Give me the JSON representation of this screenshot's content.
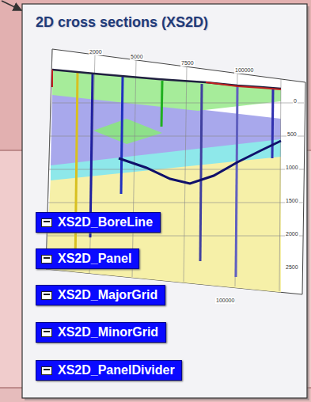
{
  "diagram": {
    "nodes": [
      {
        "text": [
          "2D cross sections (XS2D)"
        ]
      },
      {
        "text": [
          "XS2D_BoreLine"
        ],
        "in": 0
      },
      {
        "text": [
          "XS2D_Panel"
        ],
        "in": 0
      },
      {
        "text": [
          "XS2D_MajorGrid"
        ],
        "in": 0
      },
      {
        "text": [
          "XS2D_MinorGrid"
        ],
        "in": 0
      },
      {
        "text": [
          "XS2D_PanelDivider"
        ],
        "in": 0
      }
    ],
    "labels": [
      "2000",
      "5000",
      "7500",
      "100000",
      "0",
      "500",
      "1000",
      "1500",
      "2000",
      "2500",
      "100000"
    ]
  }
}
